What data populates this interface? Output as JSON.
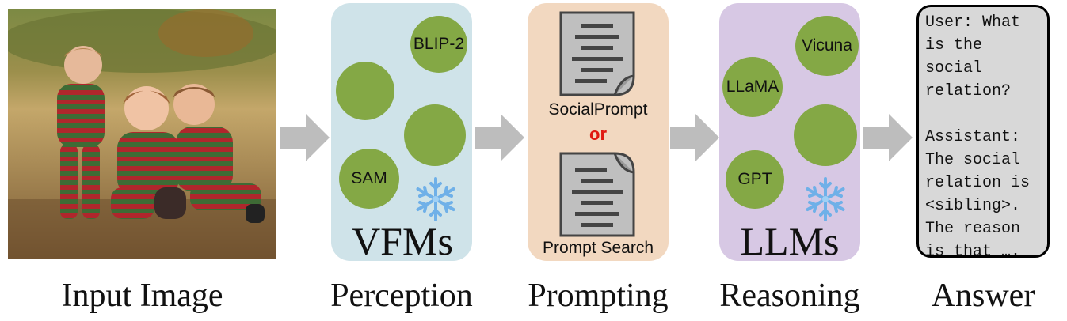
{
  "stages": [
    "Input Image",
    "Perception",
    "Prompting",
    "Reasoning",
    "Answer"
  ],
  "perception": {
    "title": "VFMs",
    "nodes": [
      "BLIP-2",
      "",
      "",
      "SAM"
    ],
    "frozen_icon": "snowflake-icon"
  },
  "prompting": {
    "option_a": "SocialPrompt",
    "connector": "or",
    "option_b": "Prompt Search"
  },
  "reasoning": {
    "title": "LLMs",
    "nodes": [
      "Vicuna",
      "LLaMA",
      "",
      "GPT"
    ],
    "frozen_icon": "snowflake-icon"
  },
  "answer": {
    "lines": [
      "User: What",
      "is the",
      "social",
      "relation?",
      "",
      "Assistant:",
      "The social",
      "relation is",
      "<sibling>.",
      "The reason",
      "is that …."
    ]
  },
  "colors": {
    "node_green": "#84a845",
    "perception_panel": "#cfe3e9",
    "prompting_panel": "#f2d8c0",
    "reasoning_panel": "#d7c8e4",
    "arrow_gray": "#bdbdbd",
    "or_red": "#e01a12"
  }
}
